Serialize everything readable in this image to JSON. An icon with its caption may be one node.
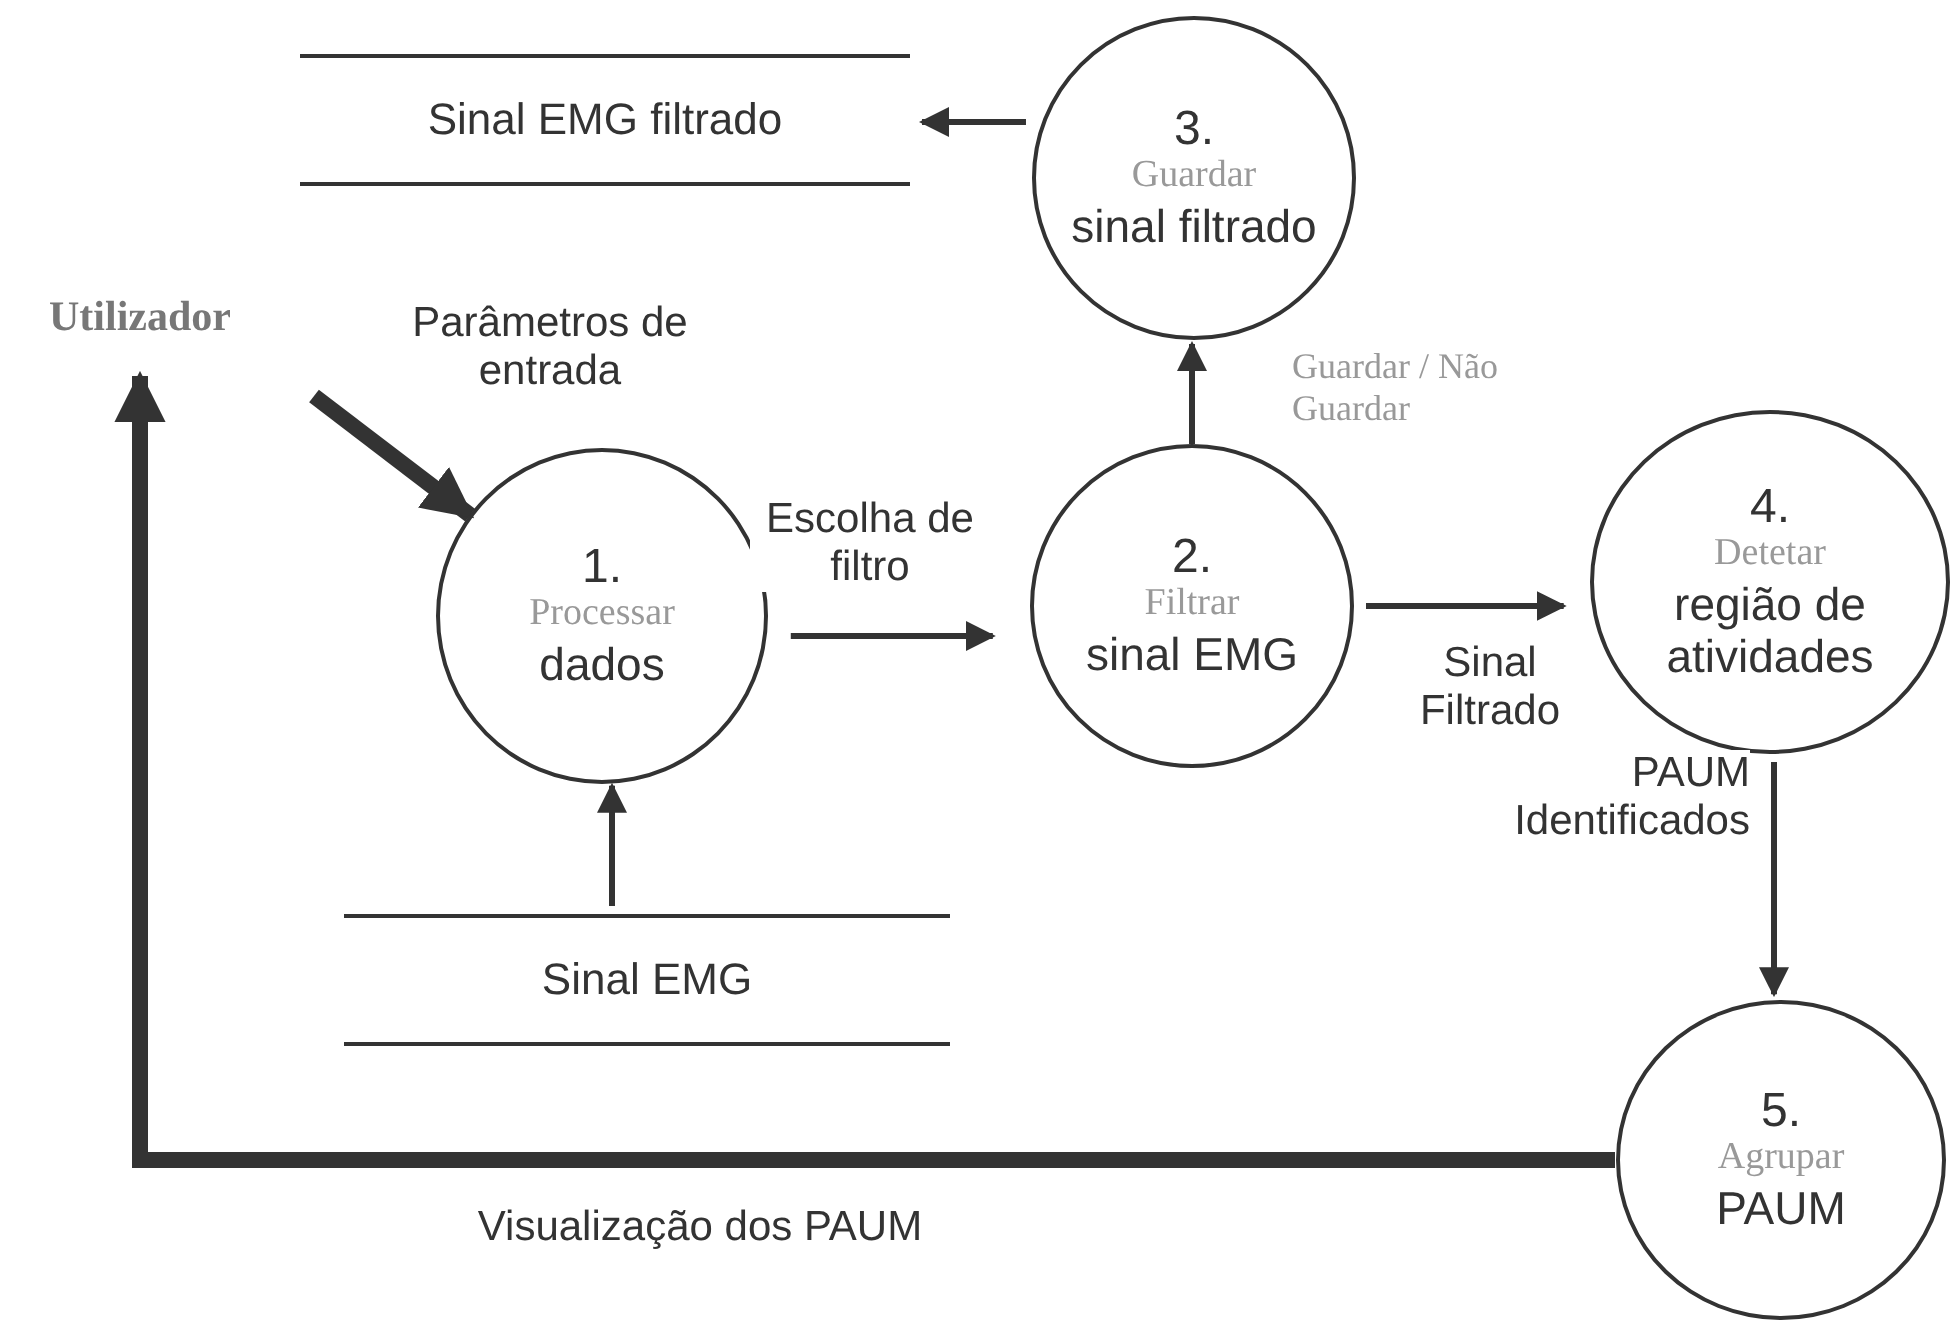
{
  "diagram": {
    "nodes": [
      {
        "text": [
          "Sinal EMG filtrado"
        ]
      },
      {
        "text": [
          "3.",
          "Guardar",
          "sinal filtrado"
        ]
      },
      {
        "text": [
          "Utilizador"
        ]
      },
      {
        "text": [
          "1.",
          "Processar",
          "dados"
        ]
      },
      {
        "text": [
          "2.",
          "Filtrar",
          "sinal EMG"
        ]
      },
      {
        "text": [
          "4.",
          "Detetar",
          "região de atividades"
        ]
      },
      {
        "text": [
          "Sinal EMG"
        ]
      },
      {
        "text": [
          "5.",
          "Agrupar",
          "PAUM"
        ]
      }
    ],
    "edges": [
      {
        "from": 1,
        "to": 0,
        "arrow": "to"
      },
      {
        "from": null,
        "to": 3,
        "arrow": "to",
        "label": "Parâmetros de entrada",
        "style": "thick"
      },
      {
        "from": 3,
        "to": 4,
        "arrow": "to",
        "label": "Escolha de filtro"
      },
      {
        "from": 4,
        "to": 1,
        "arrow": "to",
        "label": "Guardar / Não Guardar"
      },
      {
        "from": 4,
        "to": 5,
        "arrow": "to",
        "label": "Sinal Filtrado"
      },
      {
        "from": 6,
        "to": 3,
        "arrow": "to"
      },
      {
        "from": 5,
        "to": 7,
        "arrow": "to",
        "label": "PAUM Identificados"
      },
      {
        "from": 7,
        "to": 2,
        "arrow": "to",
        "label": "Visualização dos PAUM",
        "style": "thick"
      }
    ]
  }
}
